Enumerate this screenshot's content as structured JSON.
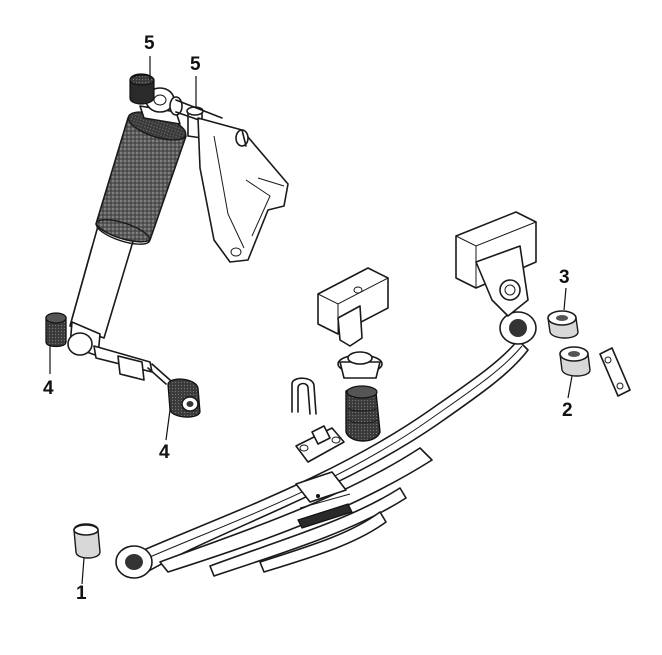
{
  "callouts": [
    {
      "id": "c1",
      "label": "1"
    },
    {
      "id": "c2",
      "label": "2"
    },
    {
      "id": "c3",
      "label": "3"
    },
    {
      "id": "c4a",
      "label": "4"
    },
    {
      "id": "c4b",
      "label": "4"
    },
    {
      "id": "c5a",
      "label": "5"
    },
    {
      "id": "c5b",
      "label": "5"
    }
  ],
  "colors": {
    "line": "#1a1a1a",
    "background": "#ffffff"
  }
}
